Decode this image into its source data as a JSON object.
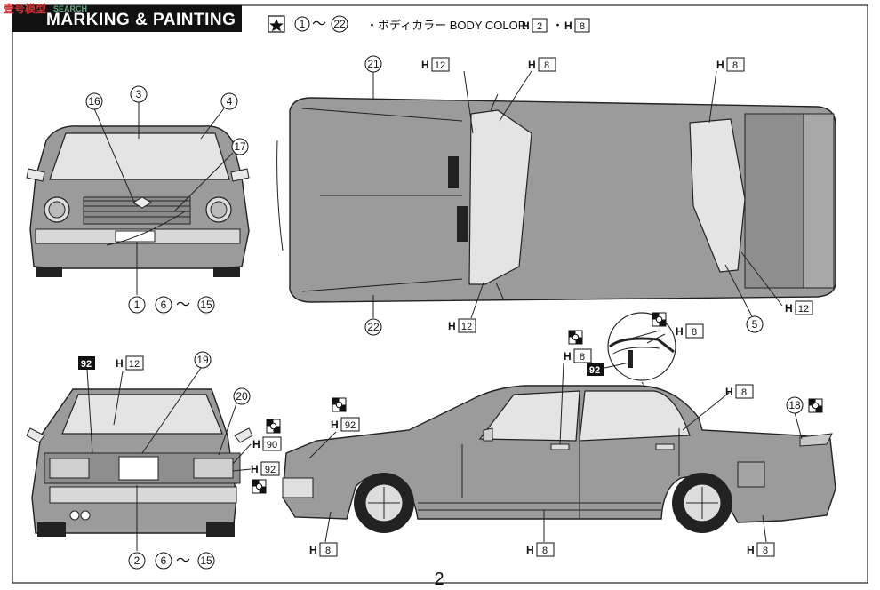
{
  "header": {
    "title": "MARKING & PAINTING",
    "watermark": "壹号模型",
    "watermark_sub": "SEARCH",
    "decal_range_start": "1",
    "decal_range_sep": "～",
    "decal_range_end": "22",
    "body_color_label": "・ボディカラー BODY COLOR:",
    "body_color_1_prefix": "H",
    "body_color_1_num": "2",
    "body_color_sep": "・",
    "body_color_2_prefix": "H",
    "body_color_2_num": "8"
  },
  "front_view": {
    "callouts": [
      "16",
      "3",
      "4",
      "17",
      "1",
      "6",
      "15"
    ],
    "tilde": "～"
  },
  "top_view": {
    "callouts": [
      "21",
      "22",
      "5"
    ],
    "paint": {
      "h12_top": {
        "prefix": "H",
        "num": "12"
      },
      "h8_top_mid": {
        "prefix": "H",
        "num": "8"
      },
      "h8_top_right": {
        "prefix": "H",
        "num": "8"
      },
      "h12_right": {
        "prefix": "H",
        "num": "12"
      },
      "h12_bottom": {
        "prefix": "H",
        "num": "12"
      }
    }
  },
  "rear_view": {
    "black_badge": "92",
    "callouts": [
      "19",
      "20",
      "2",
      "6",
      "15"
    ],
    "tilde": "～",
    "paint": {
      "h12": {
        "prefix": "H",
        "num": "12"
      },
      "h90": {
        "prefix": "H",
        "num": "90"
      },
      "h92": {
        "prefix": "H",
        "num": "92"
      }
    }
  },
  "side_view": {
    "callouts": [
      "18"
    ],
    "black_badge": "92",
    "paint": {
      "h8_detail": {
        "prefix": "H",
        "num": "8"
      },
      "h8_pillar": {
        "prefix": "H",
        "num": "8"
      },
      "h92_front": {
        "prefix": "H",
        "num": "92"
      },
      "h8_roof": {
        "prefix": "H",
        "num": "8"
      },
      "h8_bottom_left": {
        "prefix": "H",
        "num": "8"
      },
      "h8_bottom_mid": {
        "prefix": "H",
        "num": "8"
      },
      "h8_bottom_right": {
        "prefix": "H",
        "num": "8"
      }
    }
  },
  "footer": {
    "page_number": "2"
  },
  "colors": {
    "body": "#9b9b9b",
    "glass": "#e4e4e4",
    "ink": "#111111"
  }
}
